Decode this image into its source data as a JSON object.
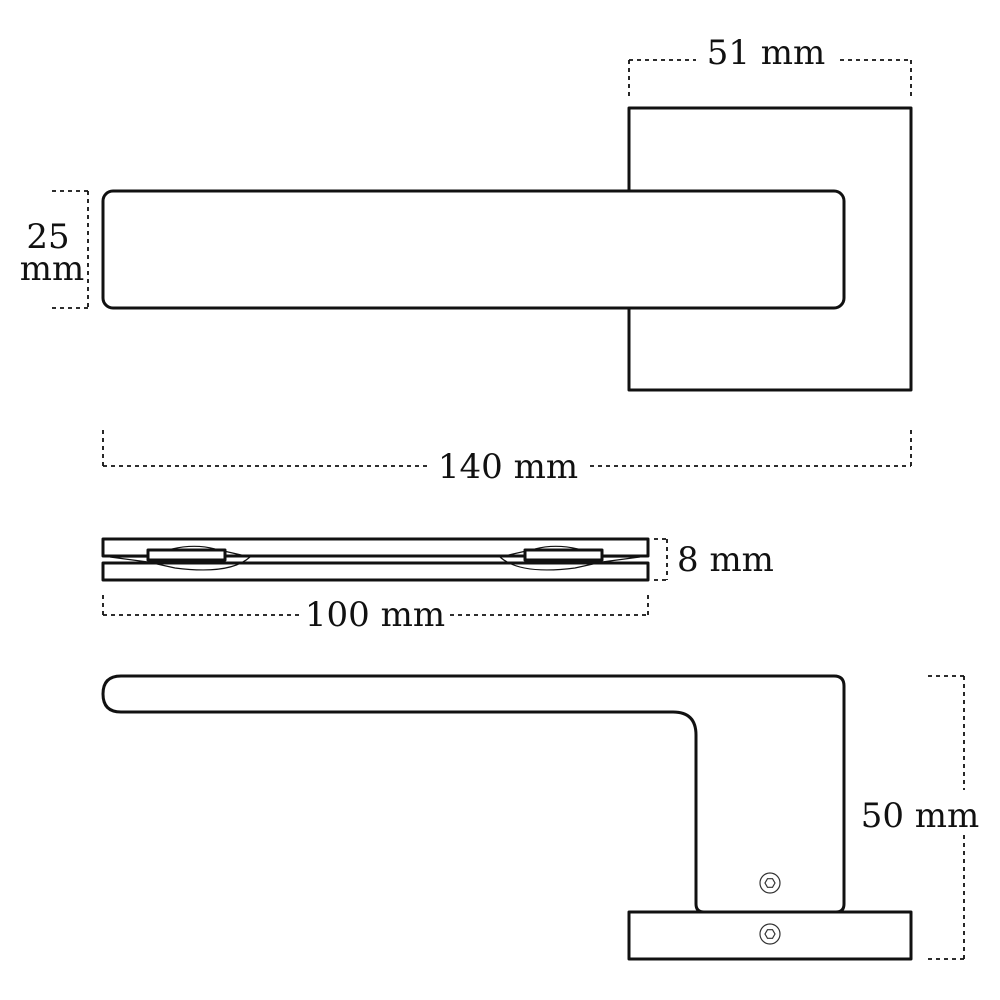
{
  "diagram": {
    "dimensions": {
      "rose_width": "51 mm",
      "lever_height_value": "25",
      "lever_height_unit": "mm",
      "overall_length": "140 mm",
      "thickness": "8 mm",
      "lever_length": "100 mm",
      "projection": "50 mm"
    },
    "colors": {
      "line": "#111111",
      "background": "#ffffff"
    }
  }
}
